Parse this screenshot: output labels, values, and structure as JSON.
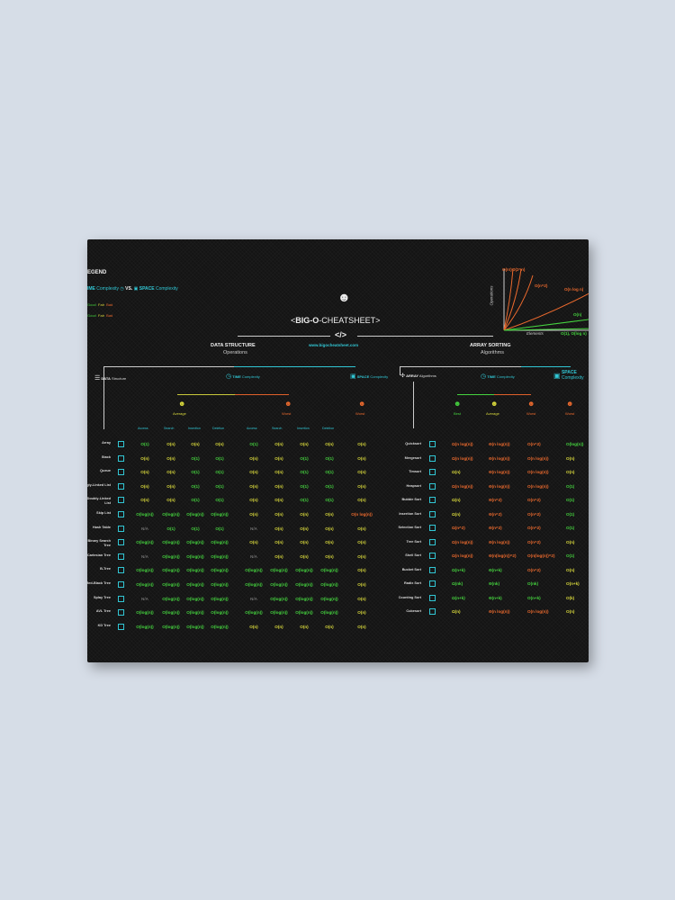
{
  "legend": {
    "title": "EGEND",
    "time": "IME",
    "complexity": "Complexity",
    "vs": "VS.",
    "space": "SPACE",
    "good": "Good",
    "fair": "Fair",
    "bad": "Bad"
  },
  "header": {
    "title_bold": "BIG-O",
    "title_rest": "-CHEATSHEET",
    "lt": "<",
    "gt": ">",
    "code": "</>",
    "url": "www.bigocheatsheet.com"
  },
  "ds": {
    "title": "DATA STRUCTURE",
    "subtitle": "Operations",
    "col_data": "DATA",
    "col_data_sub": "Structure",
    "time": "TIME",
    "time_sub": "Complexity",
    "space": "SPACE",
    "space_sub": "Complexity",
    "average": "Average",
    "worst": "Worst",
    "ops": [
      "Access",
      "Search",
      "Insertion",
      "Deletion"
    ],
    "rows": [
      {
        "name": "Array",
        "v": [
          [
            "O(1)",
            "g"
          ],
          [
            "O(n)",
            "y"
          ],
          [
            "O(n)",
            "y"
          ],
          [
            "O(n)",
            "y"
          ],
          [
            "O(1)",
            "g"
          ],
          [
            "O(n)",
            "y"
          ],
          [
            "O(n)",
            "y"
          ],
          [
            "O(n)",
            "y"
          ],
          [
            "O(n)",
            "y"
          ]
        ]
      },
      {
        "name": "Stack",
        "v": [
          [
            "O(n)",
            "y"
          ],
          [
            "O(n)",
            "y"
          ],
          [
            "O(1)",
            "g"
          ],
          [
            "O(1)",
            "g"
          ],
          [
            "O(n)",
            "y"
          ],
          [
            "O(n)",
            "y"
          ],
          [
            "O(1)",
            "g"
          ],
          [
            "O(1)",
            "g"
          ],
          [
            "O(n)",
            "y"
          ]
        ]
      },
      {
        "name": "Queue",
        "v": [
          [
            "O(n)",
            "y"
          ],
          [
            "O(n)",
            "y"
          ],
          [
            "O(1)",
            "g"
          ],
          [
            "O(1)",
            "g"
          ],
          [
            "O(n)",
            "y"
          ],
          [
            "O(n)",
            "y"
          ],
          [
            "O(1)",
            "g"
          ],
          [
            "O(1)",
            "g"
          ],
          [
            "O(n)",
            "y"
          ]
        ]
      },
      {
        "name": "Singly-Linked List",
        "v": [
          [
            "O(n)",
            "y"
          ],
          [
            "O(n)",
            "y"
          ],
          [
            "O(1)",
            "g"
          ],
          [
            "O(1)",
            "g"
          ],
          [
            "O(n)",
            "y"
          ],
          [
            "O(n)",
            "y"
          ],
          [
            "O(1)",
            "g"
          ],
          [
            "O(1)",
            "g"
          ],
          [
            "O(n)",
            "y"
          ]
        ]
      },
      {
        "name": "Doubly-Linked List",
        "v": [
          [
            "O(n)",
            "y"
          ],
          [
            "O(n)",
            "y"
          ],
          [
            "O(1)",
            "g"
          ],
          [
            "O(1)",
            "g"
          ],
          [
            "O(n)",
            "y"
          ],
          [
            "O(n)",
            "y"
          ],
          [
            "O(1)",
            "g"
          ],
          [
            "O(1)",
            "g"
          ],
          [
            "O(n)",
            "y"
          ]
        ]
      },
      {
        "name": "Skip List",
        "v": [
          [
            "O(log(n))",
            "g"
          ],
          [
            "O(log(n))",
            "g"
          ],
          [
            "O(log(n))",
            "g"
          ],
          [
            "O(log(n))",
            "g"
          ],
          [
            "O(n)",
            "y"
          ],
          [
            "O(n)",
            "y"
          ],
          [
            "O(n)",
            "y"
          ],
          [
            "O(n)",
            "y"
          ],
          [
            "O(n log(n))",
            "o"
          ]
        ]
      },
      {
        "name": "Hash Table",
        "v": [
          [
            "N/A",
            "n"
          ],
          [
            "O(1)",
            "g"
          ],
          [
            "O(1)",
            "g"
          ],
          [
            "O(1)",
            "g"
          ],
          [
            "N/A",
            "n"
          ],
          [
            "O(n)",
            "y"
          ],
          [
            "O(n)",
            "y"
          ],
          [
            "O(n)",
            "y"
          ],
          [
            "O(n)",
            "y"
          ]
        ]
      },
      {
        "name": "Binary Search Tree",
        "v": [
          [
            "O(log(n))",
            "g"
          ],
          [
            "O(log(n))",
            "g"
          ],
          [
            "O(log(n))",
            "g"
          ],
          [
            "O(log(n))",
            "g"
          ],
          [
            "O(n)",
            "y"
          ],
          [
            "O(n)",
            "y"
          ],
          [
            "O(n)",
            "y"
          ],
          [
            "O(n)",
            "y"
          ],
          [
            "O(n)",
            "y"
          ]
        ]
      },
      {
        "name": "Cartesian Tree",
        "v": [
          [
            "N/A",
            "n"
          ],
          [
            "O(log(n))",
            "g"
          ],
          [
            "O(log(n))",
            "g"
          ],
          [
            "O(log(n))",
            "g"
          ],
          [
            "N/A",
            "n"
          ],
          [
            "O(n)",
            "y"
          ],
          [
            "O(n)",
            "y"
          ],
          [
            "O(n)",
            "y"
          ],
          [
            "O(n)",
            "y"
          ]
        ]
      },
      {
        "name": "B-Tree",
        "v": [
          [
            "O(log(n))",
            "g"
          ],
          [
            "O(log(n))",
            "g"
          ],
          [
            "O(log(n))",
            "g"
          ],
          [
            "O(log(n))",
            "g"
          ],
          [
            "O(log(n))",
            "g"
          ],
          [
            "O(log(n))",
            "g"
          ],
          [
            "O(log(n))",
            "g"
          ],
          [
            "O(log(n))",
            "g"
          ],
          [
            "O(n)",
            "y"
          ]
        ]
      },
      {
        "name": "Red-Black Tree",
        "v": [
          [
            "O(log(n))",
            "g"
          ],
          [
            "O(log(n))",
            "g"
          ],
          [
            "O(log(n))",
            "g"
          ],
          [
            "O(log(n))",
            "g"
          ],
          [
            "O(log(n))",
            "g"
          ],
          [
            "O(log(n))",
            "g"
          ],
          [
            "O(log(n))",
            "g"
          ],
          [
            "O(log(n))",
            "g"
          ],
          [
            "O(n)",
            "y"
          ]
        ]
      },
      {
        "name": "Splay Tree",
        "v": [
          [
            "N/A",
            "n"
          ],
          [
            "O(log(n))",
            "g"
          ],
          [
            "O(log(n))",
            "g"
          ],
          [
            "O(log(n))",
            "g"
          ],
          [
            "N/A",
            "n"
          ],
          [
            "O(log(n))",
            "g"
          ],
          [
            "O(log(n))",
            "g"
          ],
          [
            "O(log(n))",
            "g"
          ],
          [
            "O(n)",
            "y"
          ]
        ]
      },
      {
        "name": "AVL Tree",
        "v": [
          [
            "O(log(n))",
            "g"
          ],
          [
            "O(log(n))",
            "g"
          ],
          [
            "O(log(n))",
            "g"
          ],
          [
            "O(log(n))",
            "g"
          ],
          [
            "O(log(n))",
            "g"
          ],
          [
            "O(log(n))",
            "g"
          ],
          [
            "O(log(n))",
            "g"
          ],
          [
            "O(log(n))",
            "g"
          ],
          [
            "O(n)",
            "y"
          ]
        ]
      },
      {
        "name": "KD Tree",
        "v": [
          [
            "O(log(n))",
            "g"
          ],
          [
            "O(log(n))",
            "g"
          ],
          [
            "O(log(n))",
            "g"
          ],
          [
            "O(log(n))",
            "g"
          ],
          [
            "O(n)",
            "y"
          ],
          [
            "O(n)",
            "y"
          ],
          [
            "O(n)",
            "y"
          ],
          [
            "O(n)",
            "y"
          ],
          [
            "O(n)",
            "y"
          ]
        ]
      }
    ]
  },
  "sort": {
    "title": "ARRAY SORTING",
    "subtitle": "Algorithms",
    "col_array": "ARRAY",
    "col_array_sub": "Algorithms",
    "time": "TIME",
    "time_sub": "Complexity",
    "space": "SPACE",
    "space_sub": "Complexity",
    "best": "Best",
    "average": "Average",
    "worst": "Worst",
    "space_worst": "Worst",
    "rows": [
      {
        "name": "Quicksort",
        "v": [
          [
            "Ω(n log(n))",
            "o"
          ],
          [
            "Θ(n log(n))",
            "o"
          ],
          [
            "O(n^2)",
            "o"
          ],
          [
            "O(log(n))",
            "g"
          ]
        ]
      },
      {
        "name": "Mergesort",
        "v": [
          [
            "Ω(n log(n))",
            "o"
          ],
          [
            "Θ(n log(n))",
            "o"
          ],
          [
            "O(n log(n))",
            "o"
          ],
          [
            "O(n)",
            "y"
          ]
        ]
      },
      {
        "name": "Timsort",
        "v": [
          [
            "Ω(n)",
            "y"
          ],
          [
            "Θ(n log(n))",
            "o"
          ],
          [
            "O(n log(n))",
            "o"
          ],
          [
            "O(n)",
            "y"
          ]
        ]
      },
      {
        "name": "Heapsort",
        "v": [
          [
            "Ω(n log(n))",
            "o"
          ],
          [
            "Θ(n log(n))",
            "o"
          ],
          [
            "O(n log(n))",
            "o"
          ],
          [
            "O(1)",
            "g"
          ]
        ]
      },
      {
        "name": "Bubble Sort",
        "v": [
          [
            "Ω(n)",
            "y"
          ],
          [
            "Θ(n^2)",
            "o"
          ],
          [
            "O(n^2)",
            "o"
          ],
          [
            "O(1)",
            "g"
          ]
        ]
      },
      {
        "name": "Insertion Sort",
        "v": [
          [
            "Ω(n)",
            "y"
          ],
          [
            "Θ(n^2)",
            "o"
          ],
          [
            "O(n^2)",
            "o"
          ],
          [
            "O(1)",
            "g"
          ]
        ]
      },
      {
        "name": "Selection Sort",
        "v": [
          [
            "Ω(n^2)",
            "o"
          ],
          [
            "Θ(n^2)",
            "o"
          ],
          [
            "O(n^2)",
            "o"
          ],
          [
            "O(1)",
            "g"
          ]
        ]
      },
      {
        "name": "Tree Sort",
        "v": [
          [
            "Ω(n log(n))",
            "o"
          ],
          [
            "Θ(n log(n))",
            "o"
          ],
          [
            "O(n^2)",
            "o"
          ],
          [
            "O(n)",
            "y"
          ]
        ]
      },
      {
        "name": "Shell Sort",
        "v": [
          [
            "Ω(n log(n))",
            "o"
          ],
          [
            "Θ(n(log(n))^2)",
            "o"
          ],
          [
            "O(n(log(n))^2)",
            "o"
          ],
          [
            "O(1)",
            "g"
          ]
        ]
      },
      {
        "name": "Bucket Sort",
        "v": [
          [
            "Ω(n+k)",
            "g"
          ],
          [
            "Θ(n+k)",
            "g"
          ],
          [
            "O(n^2)",
            "o"
          ],
          [
            "O(n)",
            "y"
          ]
        ]
      },
      {
        "name": "Radix Sort",
        "v": [
          [
            "Ω(nk)",
            "g"
          ],
          [
            "Θ(nk)",
            "g"
          ],
          [
            "O(nk)",
            "g"
          ],
          [
            "O(n+k)",
            "y"
          ]
        ]
      },
      {
        "name": "Counting Sort",
        "v": [
          [
            "Ω(n+k)",
            "g"
          ],
          [
            "Θ(n+k)",
            "g"
          ],
          [
            "O(n+k)",
            "g"
          ],
          [
            "O(k)",
            "y"
          ]
        ]
      },
      {
        "name": "Cubesort",
        "v": [
          [
            "Ω(n)",
            "y"
          ],
          [
            "Θ(n log(n))",
            "o"
          ],
          [
            "O(n log(n))",
            "o"
          ],
          [
            "O(n)",
            "y"
          ]
        ]
      }
    ]
  },
  "graph": {
    "ylabel": "Operations",
    "xlabel": "Elements",
    "curves": [
      "O(n!)",
      "O(2^n)",
      "O(n^2)",
      "O(n log n)",
      "O(n)",
      "O(1), O(log n)"
    ]
  },
  "colors": {
    "good": "#45d43f",
    "fair": "#dada3c",
    "bad": "#ec6a2e",
    "accent": "#31c6d4",
    "board": "#141414",
    "wall": "#d6dde7"
  }
}
